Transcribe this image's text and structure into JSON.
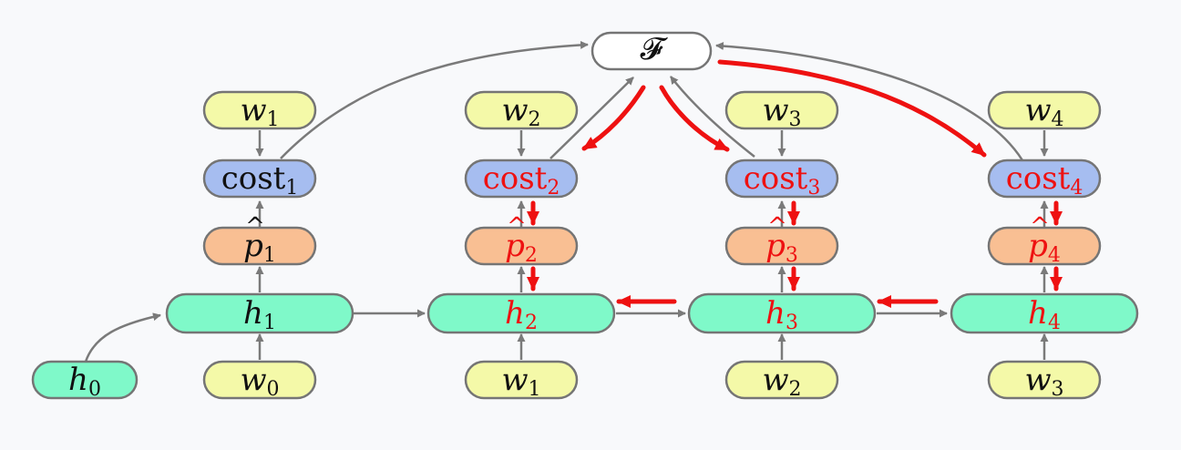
{
  "colors": {
    "w": "#f4f9a8",
    "cost": "#a6bdf0",
    "p": "#f9bf93",
    "h": "#7ff9c9",
    "F": "#ffffff",
    "text": "#111111",
    "gradient_text": "#ee1111",
    "edge": "#7a7a7a",
    "gradient_arrow": "#ee1111"
  },
  "objective": {
    "symbol": "𝓕"
  },
  "h0": {
    "base": "h",
    "sub": "0"
  },
  "columns": [
    {
      "w_top": {
        "base": "w",
        "sub": "1"
      },
      "cost": {
        "base": "cost",
        "sub": "1"
      },
      "p": {
        "base": "p",
        "sub": "1"
      },
      "h": {
        "base": "h",
        "sub": "1"
      },
      "w_bottom": {
        "base": "w",
        "sub": "0"
      },
      "highlighted": false
    },
    {
      "w_top": {
        "base": "w",
        "sub": "2"
      },
      "cost": {
        "base": "cost",
        "sub": "2"
      },
      "p": {
        "base": "p",
        "sub": "2"
      },
      "h": {
        "base": "h",
        "sub": "2"
      },
      "w_bottom": {
        "base": "w",
        "sub": "1"
      },
      "highlighted": true
    },
    {
      "w_top": {
        "base": "w",
        "sub": "3"
      },
      "cost": {
        "base": "cost",
        "sub": "3"
      },
      "p": {
        "base": "p",
        "sub": "3"
      },
      "h": {
        "base": "h",
        "sub": "3"
      },
      "w_bottom": {
        "base": "w",
        "sub": "2"
      },
      "highlighted": true
    },
    {
      "w_top": {
        "base": "w",
        "sub": "4"
      },
      "cost": {
        "base": "cost",
        "sub": "4"
      },
      "p": {
        "base": "p",
        "sub": "4"
      },
      "h": {
        "base": "h",
        "sub": "4"
      },
      "w_bottom": {
        "base": "w",
        "sub": "3"
      },
      "highlighted": true
    }
  ]
}
